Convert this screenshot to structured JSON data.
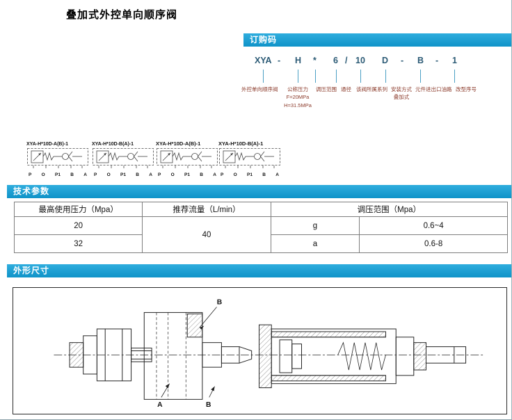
{
  "page": {
    "title": "叠加式外控单向顺序阀"
  },
  "ordering": {
    "header": "订购码",
    "code": [
      "XYA",
      "-",
      "H",
      "*",
      "6",
      "/",
      "10",
      "D",
      "-",
      "B",
      "-",
      "1"
    ],
    "labels": {
      "valve_type": "外控单向顺序阀",
      "nominal_pressure": "公称压力\nF=20MPa\nH=31.5MPa",
      "pressure_range": "调压范围",
      "diameter": "通径",
      "series": "该阀所属系列",
      "mounting": "安装方式\n叠加式",
      "ports": "元件进出口油路",
      "modification": "改型序号"
    }
  },
  "symbols": {
    "items": [
      {
        "label": "XYA-H*10D-A(B)-1"
      },
      {
        "label": "XYA-H*10D-B(A)-1"
      },
      {
        "label": "XYA-H*10D-A(B)-1"
      },
      {
        "label": "XYA-H*10D-B(A)-1"
      }
    ],
    "ports": [
      "P",
      "O",
      "P1",
      "B",
      "A"
    ]
  },
  "parameters": {
    "header": "技术参数",
    "columns": [
      "最高使用压力（Mpa）",
      "推荐流量（L/min）",
      "调压范围（Mpa）"
    ],
    "rows": [
      {
        "max_pressure": "20",
        "flow": "40",
        "grade": "g",
        "range": "0.6~4"
      },
      {
        "max_pressure": "32",
        "grade": "a",
        "range": "0.6-8"
      }
    ]
  },
  "dimensions": {
    "header": "外形尺寸",
    "labels": {
      "top_b": "B",
      "bottom_a": "A",
      "bottom_b": "B"
    }
  },
  "colors": {
    "accent_bar": "#17a0d4",
    "label_text": "#8b3a2a",
    "code_text": "#2b5a75"
  }
}
